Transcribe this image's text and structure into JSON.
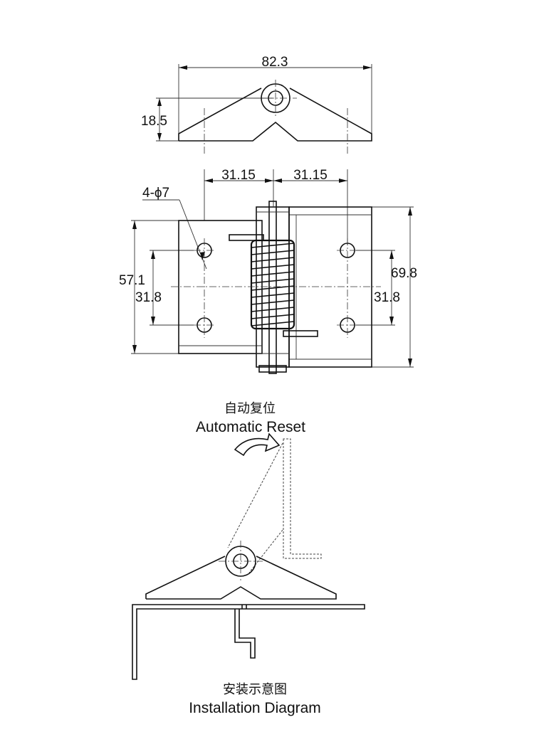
{
  "top_view": {
    "width_dim": "82.3",
    "height_dim": "18.5"
  },
  "front_view": {
    "hole_spacing_left": "31.15",
    "hole_spacing_right": "31.15",
    "hole_callout": "4-ϕ7",
    "overall_height_left": "57.1",
    "hole_pitch_left": "31.8",
    "overall_height_right": "69.8",
    "hole_pitch_right": "31.8"
  },
  "function_caption": {
    "chinese": "自动复位",
    "english": "Automatic Reset"
  },
  "install_caption": {
    "chinese": "安装示意图",
    "english": "Installation Diagram"
  }
}
